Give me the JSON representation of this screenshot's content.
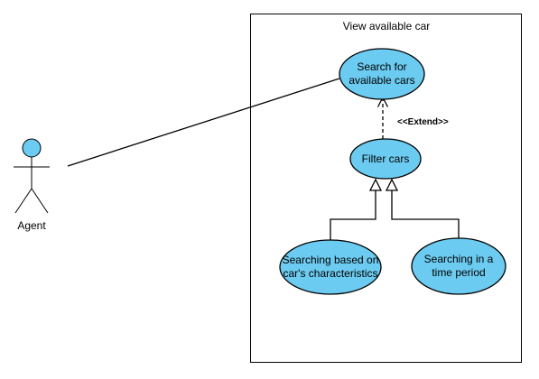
{
  "system": {
    "title": "View available car"
  },
  "actor": {
    "label": "Agent"
  },
  "use_cases": {
    "search": {
      "lines": [
        "Search for",
        "available cars"
      ]
    },
    "filter": {
      "lines": [
        "Filter cars"
      ]
    },
    "characteristics": {
      "lines": [
        "Searching based on",
        "car's characteristics"
      ]
    },
    "time_period": {
      "lines": [
        "Searching in a",
        "time period"
      ]
    }
  },
  "relations": {
    "extend_label": "<<Extend>>"
  },
  "colors": {
    "use_case_fill": "#6ccbf0",
    "stroke": "#000000",
    "background": "#ffffff"
  }
}
